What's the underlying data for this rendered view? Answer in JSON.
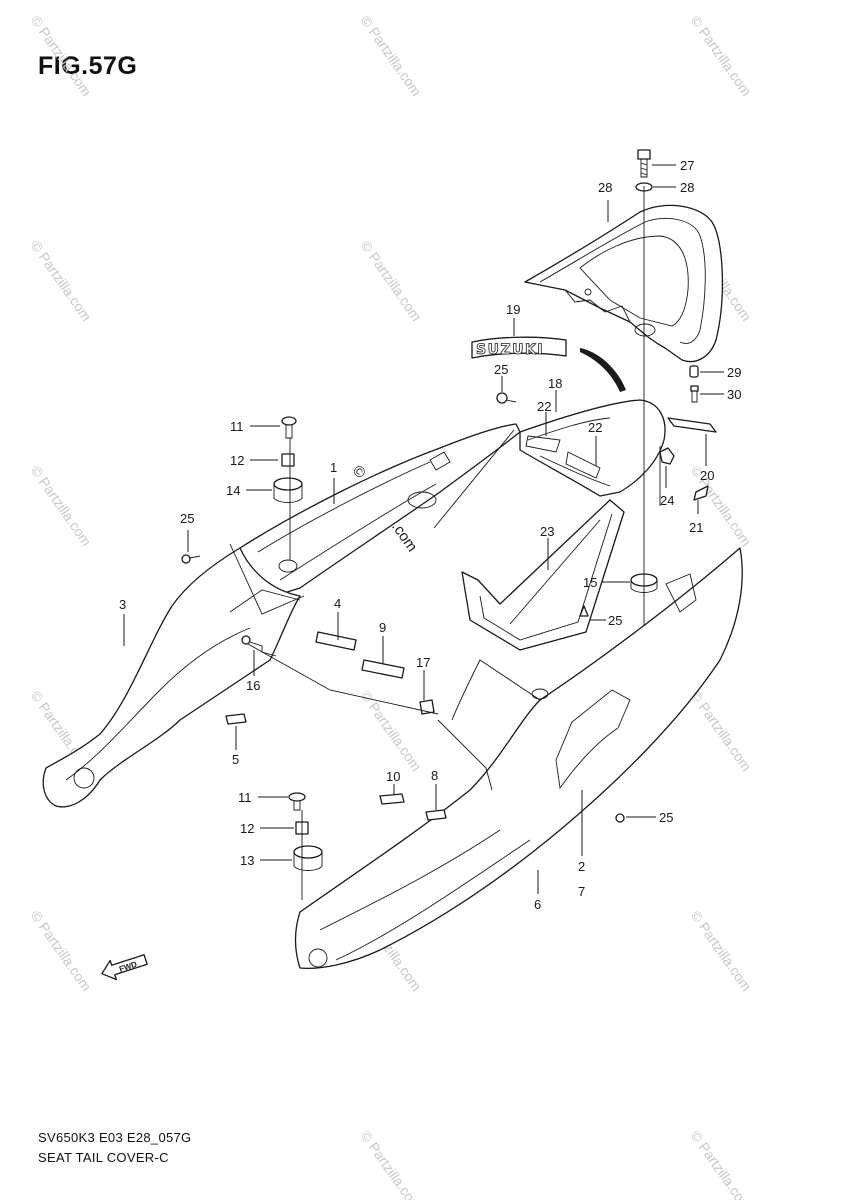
{
  "figure": {
    "title": "FIG.57G",
    "code": "SV650K3 E03 E28_057G",
    "name": "SEAT TAIL COVER-C"
  },
  "decal_text": "SUZUKI",
  "fwd_label": "FWD",
  "watermark": "© Partzilla.com",
  "callouts": [
    {
      "id": "c27",
      "label": "27"
    },
    {
      "id": "c28a",
      "label": "28"
    },
    {
      "id": "c28b",
      "label": "28"
    },
    {
      "id": "c19",
      "label": "19"
    },
    {
      "id": "c29",
      "label": "29"
    },
    {
      "id": "c30",
      "label": "30"
    },
    {
      "id": "c25a",
      "label": "25"
    },
    {
      "id": "c18",
      "label": "18"
    },
    {
      "id": "c22a",
      "label": "22"
    },
    {
      "id": "c22b",
      "label": "22"
    },
    {
      "id": "c11a",
      "label": "11"
    },
    {
      "id": "c20",
      "label": "20"
    },
    {
      "id": "c12a",
      "label": "12"
    },
    {
      "id": "c1",
      "label": "1"
    },
    {
      "id": "c24",
      "label": "24"
    },
    {
      "id": "c14",
      "label": "14"
    },
    {
      "id": "c21",
      "label": "21"
    },
    {
      "id": "c25b",
      "label": "25"
    },
    {
      "id": "c23",
      "label": "23"
    },
    {
      "id": "c15",
      "label": "15"
    },
    {
      "id": "c3",
      "label": "3"
    },
    {
      "id": "c4",
      "label": "4"
    },
    {
      "id": "c9",
      "label": "9"
    },
    {
      "id": "c25c",
      "label": "25"
    },
    {
      "id": "c17",
      "label": "17"
    },
    {
      "id": "c16",
      "label": "16"
    },
    {
      "id": "c5",
      "label": "5"
    },
    {
      "id": "c10",
      "label": "10"
    },
    {
      "id": "c8",
      "label": "8"
    },
    {
      "id": "c11b",
      "label": "11"
    },
    {
      "id": "c25d",
      "label": "25"
    },
    {
      "id": "c12b",
      "label": "12"
    },
    {
      "id": "c13",
      "label": "13"
    },
    {
      "id": "c2",
      "label": "2"
    },
    {
      "id": "c7",
      "label": "7"
    },
    {
      "id": "c6",
      "label": "6"
    }
  ]
}
